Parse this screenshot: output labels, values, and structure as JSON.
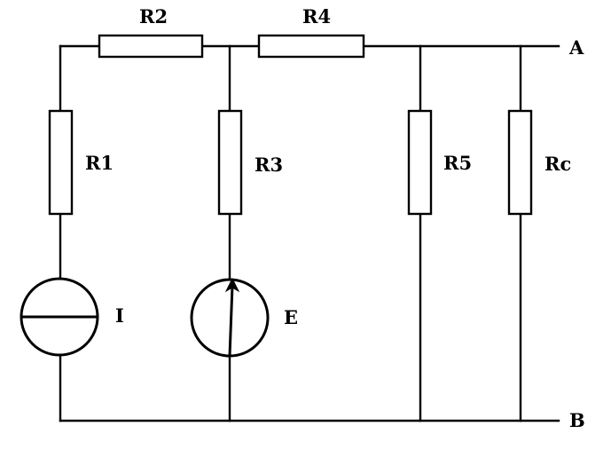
{
  "labels": {
    "r1": "R1",
    "r2": "R2",
    "r3": "R3",
    "r4": "R4",
    "r5": "R5",
    "rc": "Rc",
    "current_source": "I",
    "voltage_source": "E",
    "node_a": "A",
    "node_b": "B"
  },
  "colors": {
    "stroke": "#000000",
    "background": "#ffffff"
  }
}
